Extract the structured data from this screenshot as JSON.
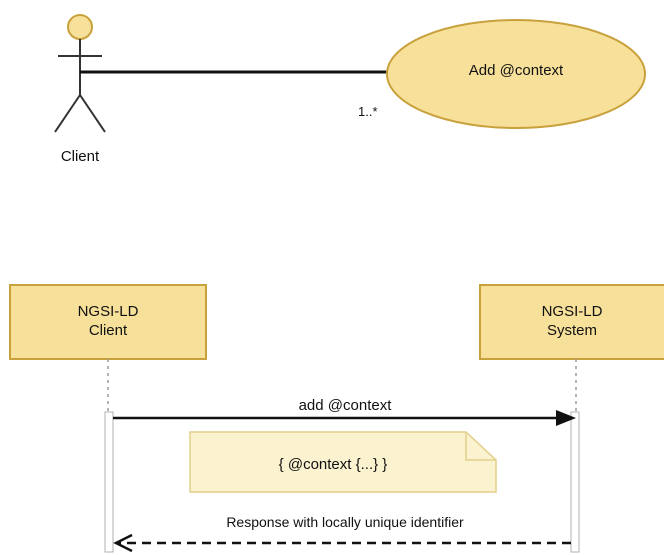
{
  "colors": {
    "fill_yellow": "#f7e09a",
    "stroke_gold": "#c9a13c",
    "note_fill": "#fbf2cf",
    "note_stroke": "#e2cf8c",
    "line": "#111111",
    "lifeline": "#9a9a9a"
  },
  "use_case_diagram": {
    "actor": {
      "label": "Client",
      "icon": "stick-figure-actor-icon"
    },
    "use_case": {
      "label": "Add @context"
    },
    "association": {
      "multiplicity": "1..*"
    }
  },
  "sequence_diagram": {
    "participants": [
      {
        "label": "NGSI-LD\nClient"
      },
      {
        "label": "NGSI-LD\nSystem"
      }
    ],
    "messages": [
      {
        "label": "add @context",
        "direction": "client-to-system",
        "style": "solid"
      },
      {
        "label": "Response with locally unique identifier",
        "direction": "system-to-client",
        "style": "dashed"
      }
    ],
    "note": {
      "label": "{ @context {...} }"
    }
  }
}
